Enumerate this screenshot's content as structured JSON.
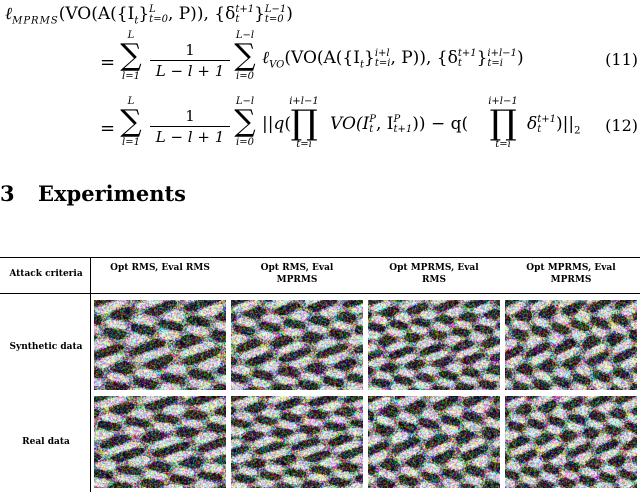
{
  "equations": {
    "lhs_symbol": "ℓ",
    "lhs_sub": "MPRMS",
    "lhs_args": "(VO(A({I",
    "lhs_args2": "}",
    "lhs_lim_sup": "L",
    "lhs_lim_sub": "t=0",
    "lhs_args3": ", P)), {δ",
    "lhs_delta_sup": "t+1",
    "lhs_delta_sub": "t",
    "lhs_args4": "}",
    "lhs_lim2_sup": "L−1",
    "lhs_lim2_sub": "t=0",
    "lhs_close": ")",
    "line2_eq": "=",
    "sum1_upper": "L",
    "sum1_lower": "l=1",
    "frac_num": "1",
    "frac_den": "L − l + 1",
    "sum2_upper": "L−l",
    "sum2_lower": "i=0",
    "line2_body": "ℓ",
    "line2_sub": "VO",
    "line2_args": "(VO(A({I",
    "line2_args2": "}",
    "line2_lim_sup": "i+l",
    "line2_lim_sub": "t=i",
    "line2_args3": ", P)), {δ",
    "line2_delta_sup": "t+1",
    "line2_delta_sub": "t",
    "line2_args4": "}",
    "line2_lim2_sup": "i+l−1",
    "line2_lim2_sub": "t=i",
    "line2_close": ")",
    "eq_number_11": "(11)",
    "line3_eq": "=",
    "line3_norm_open": "||q(",
    "prod1_upper": "i+l−1",
    "prod1_lower": "t=i",
    "line3_vo": "VO(I",
    "line3_vo_sup1": "P",
    "line3_vo_sub1": "t",
    "line3_vo_mid": ", I",
    "line3_vo_sup2": "P",
    "line3_vo_sub2": "t+1",
    "line3_vo_close": ")) − q(",
    "prod2_upper": "i+l−1",
    "prod2_lower": "t=i",
    "line3_delta": "δ",
    "line3_delta_sup": "t+1",
    "line3_delta_sub": "t",
    "line3_close": ")||",
    "line3_close_sub": "2",
    "eq_number_12": "(12)",
    "product_symbol": "∏",
    "sum_symbol": "∑"
  },
  "section": {
    "number": "3",
    "title": "Experiments"
  },
  "figure": {
    "corner_label": "Attack criteria",
    "columns": [
      {
        "line1": "Opt RMS, Eval RMS",
        "line2": ""
      },
      {
        "line1": "Opt RMS, Eval",
        "line2": "MPRMS"
      },
      {
        "line1": "Opt MPRMS, Eval",
        "line2": "RMS"
      },
      {
        "line1": "Opt MPRMS, Eval",
        "line2": "MPRMS"
      }
    ],
    "rows": [
      {
        "label": "Synthetic data"
      },
      {
        "label": "Real data"
      }
    ]
  }
}
